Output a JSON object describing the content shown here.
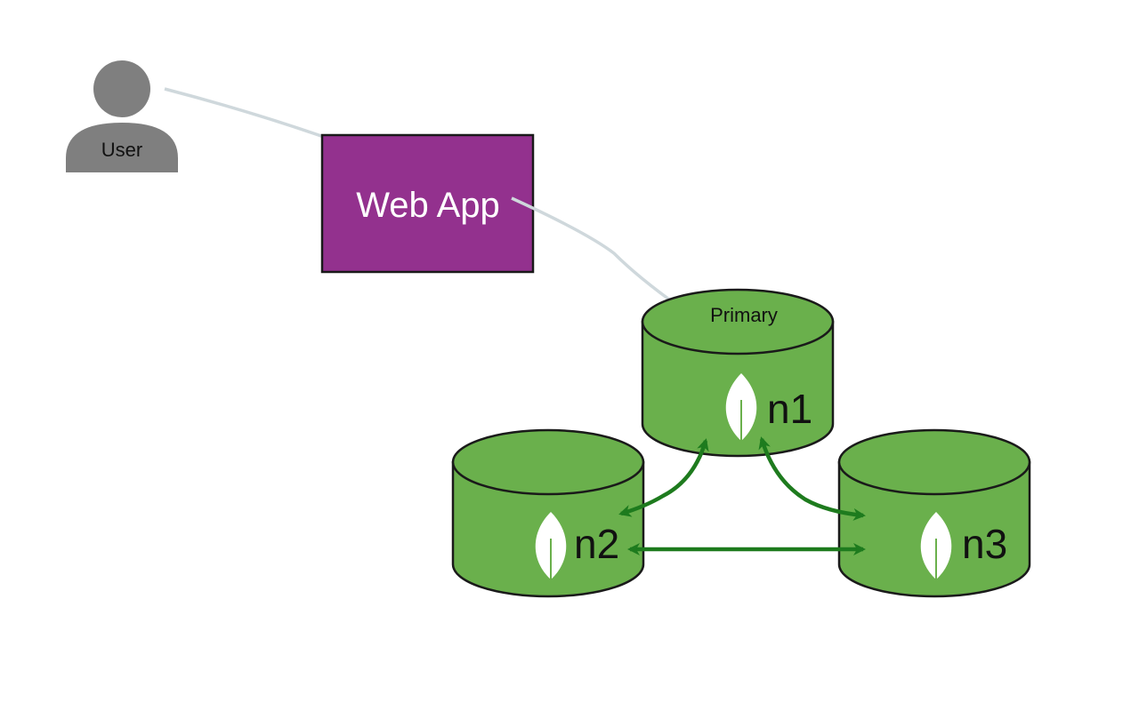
{
  "user": {
    "label": "User",
    "icon": "person-icon",
    "color": "#7f7f7f"
  },
  "webapp": {
    "label": "Web App",
    "color": "#93318e"
  },
  "nodes": [
    {
      "id": "n1",
      "label": "n1",
      "role": "Primary"
    },
    {
      "id": "n2",
      "label": "n2"
    },
    {
      "id": "n3",
      "label": "n3"
    }
  ],
  "colors": {
    "node_fill": "#6ab04c",
    "node_stroke": "#1a1a1a",
    "leaf": "#ffffff",
    "client_arrow": "#cfd8dc",
    "replication_arrow": "#1e7b1e"
  },
  "icons": {
    "node_logo": "mongodb-leaf-icon"
  }
}
